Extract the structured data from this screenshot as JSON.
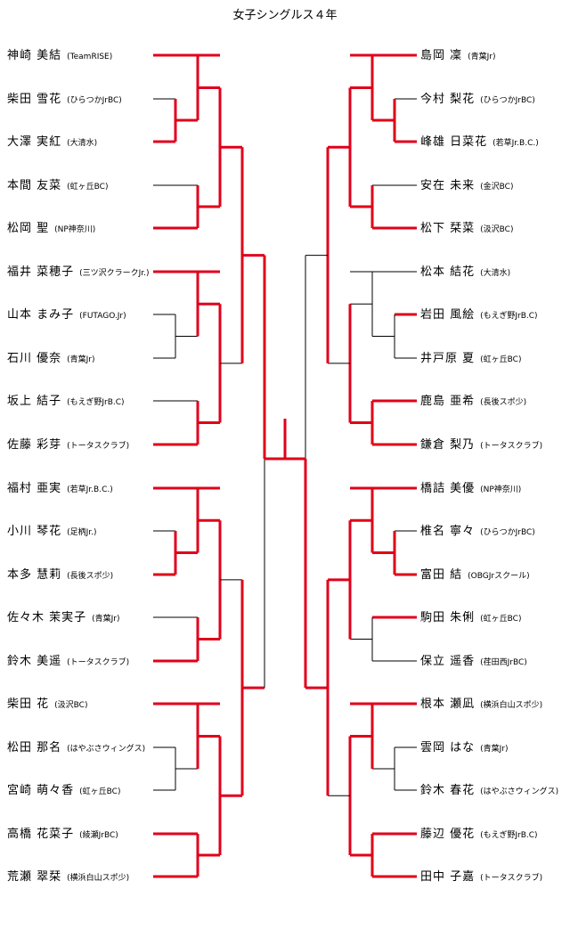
{
  "title": "女子シングルス４年",
  "left_players": [
    {
      "name": "神崎 美結",
      "club": "(TeamRISE)"
    },
    {
      "name": "柴田 雪花",
      "club": "(ひらつかJrBC)"
    },
    {
      "name": "大澤 実紅",
      "club": "(大清水)"
    },
    {
      "name": "本間 友菜",
      "club": "(虹ヶ丘BC)"
    },
    {
      "name": "松岡 聖",
      "club": "(NP神奈川)"
    },
    {
      "name": "福井 菜穂子",
      "club": "(三ツ沢クラークJr.)"
    },
    {
      "name": "山本 まみ子",
      "club": "(FUTAGO.Jr)"
    },
    {
      "name": "石川 優奈",
      "club": "(青葉Jr)"
    },
    {
      "name": "坂上 結子",
      "club": "(もえぎ野JrB.C)"
    },
    {
      "name": "佐藤 彩芽",
      "club": "(トータスクラブ)"
    },
    {
      "name": "福村 亜実",
      "club": "(若草Jr.B.C.)"
    },
    {
      "name": "小川 琴花",
      "club": "(足柄Jr.)"
    },
    {
      "name": "本多 慧莉",
      "club": "(長後スポ少)"
    },
    {
      "name": "佐々木 茉実子",
      "club": "(青葉Jr)"
    },
    {
      "name": "鈴木 美遥",
      "club": "(トータスクラブ)"
    },
    {
      "name": "柴田 花",
      "club": "(汲沢BC)"
    },
    {
      "name": "松田 那名",
      "club": "(はやぶさウィングス)"
    },
    {
      "name": "宮崎 萌々香",
      "club": "(虹ヶ丘BC)"
    },
    {
      "name": "高橋 花菜子",
      "club": "(綾瀬JrBC)"
    },
    {
      "name": "荒瀬 翠栞",
      "club": "(横浜白山スポ少)"
    }
  ],
  "right_players": [
    {
      "name": "島岡 凜",
      "club": "(青葉Jr)"
    },
    {
      "name": "今村 梨花",
      "club": "(ひらつかJrBC)"
    },
    {
      "name": "峰雄 日菜花",
      "club": "(若草Jr.B.C.)"
    },
    {
      "name": "安在 未来",
      "club": "(金沢BC)"
    },
    {
      "name": "松下 栞菜",
      "club": "(汲沢BC)"
    },
    {
      "name": "松本 結花",
      "club": "(大清水)"
    },
    {
      "name": "岩田 風絵",
      "club": "(もえぎ野JrB.C)"
    },
    {
      "name": "井戸原 夏",
      "club": "(虹ヶ丘BC)"
    },
    {
      "name": "鹿島 亜希",
      "club": "(長後スポ少)"
    },
    {
      "name": "鎌倉 梨乃",
      "club": "(トータスクラブ)"
    },
    {
      "name": "橋詰 美優",
      "club": "(NP神奈川)"
    },
    {
      "name": "椎名 寧々",
      "club": "(ひらつかJrBC)"
    },
    {
      "name": "富田 結",
      "club": "(OBGJrスクール)"
    },
    {
      "name": "駒田 朱俐",
      "club": "(虹ヶ丘BC)"
    },
    {
      "name": "保立 遥香",
      "club": "(荏田西JrBC)"
    },
    {
      "name": "根本 瀬凪",
      "club": "(横浜白山スポ少)"
    },
    {
      "name": "雲岡 はな",
      "club": "(青葉Jr)"
    },
    {
      "name": "鈴木 春花",
      "club": "(はやぶさウィングス)"
    },
    {
      "name": "藤辺 優花",
      "club": "(もえぎ野JrB.C)"
    },
    {
      "name": "田中 子嘉",
      "club": "(トータスクラブ)"
    }
  ],
  "colors": {
    "winner": "#e0001a",
    "line": "#000000"
  }
}
